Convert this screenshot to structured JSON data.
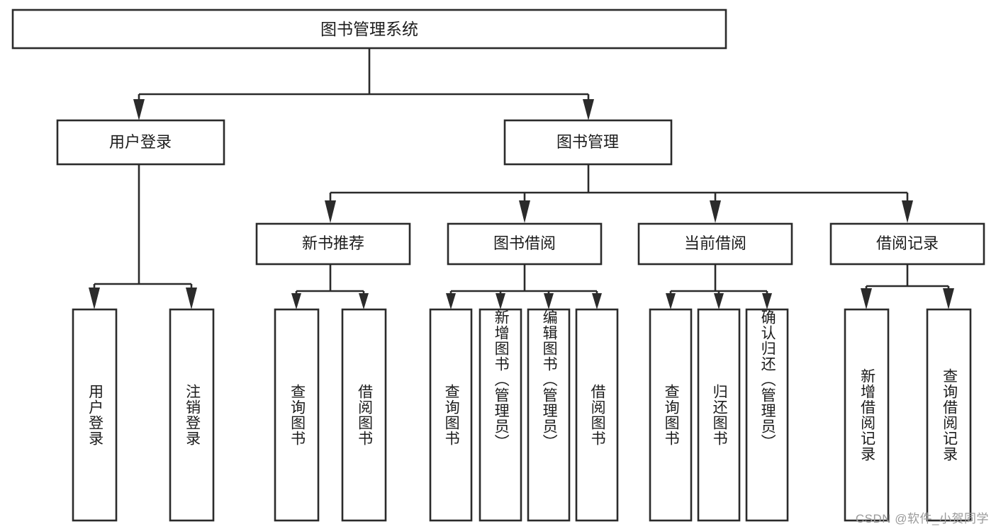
{
  "diagram": {
    "type": "tree",
    "title": "图书管理系统",
    "watermark": "CSDN @软件_小贺同学",
    "root": {
      "label": "图书管理系统"
    },
    "level2": [
      {
        "label": "用户登录"
      },
      {
        "label": "图书管理"
      }
    ],
    "level3": [
      {
        "label": "新书推荐"
      },
      {
        "label": "图书借阅"
      },
      {
        "label": "当前借阅"
      },
      {
        "label": "借阅记录"
      }
    ],
    "leaves": {
      "user_login": [
        {
          "label": "用户登录"
        },
        {
          "label": "注销登录"
        }
      ],
      "new_book_recommend": [
        {
          "label": "查询图书"
        },
        {
          "label": "借阅图书"
        }
      ],
      "book_borrow": [
        {
          "label": "查询图书"
        },
        {
          "label": "新增图书（管理员）"
        },
        {
          "label": "编辑图书（管理员）"
        },
        {
          "label": "借阅图书"
        }
      ],
      "current_borrow": [
        {
          "label": "查询图书"
        },
        {
          "label": "归还图书"
        },
        {
          "label": "确认归还（管理员）"
        }
      ],
      "borrow_records": [
        {
          "label": "新增借阅记录"
        },
        {
          "label": "查询借阅记录"
        }
      ]
    },
    "colors": {
      "box_stroke": "#2b2b2b",
      "box_fill": "#ffffff",
      "text": "#1c1c1c",
      "watermark": "#9a9a9a",
      "background": "#ffffff"
    }
  }
}
